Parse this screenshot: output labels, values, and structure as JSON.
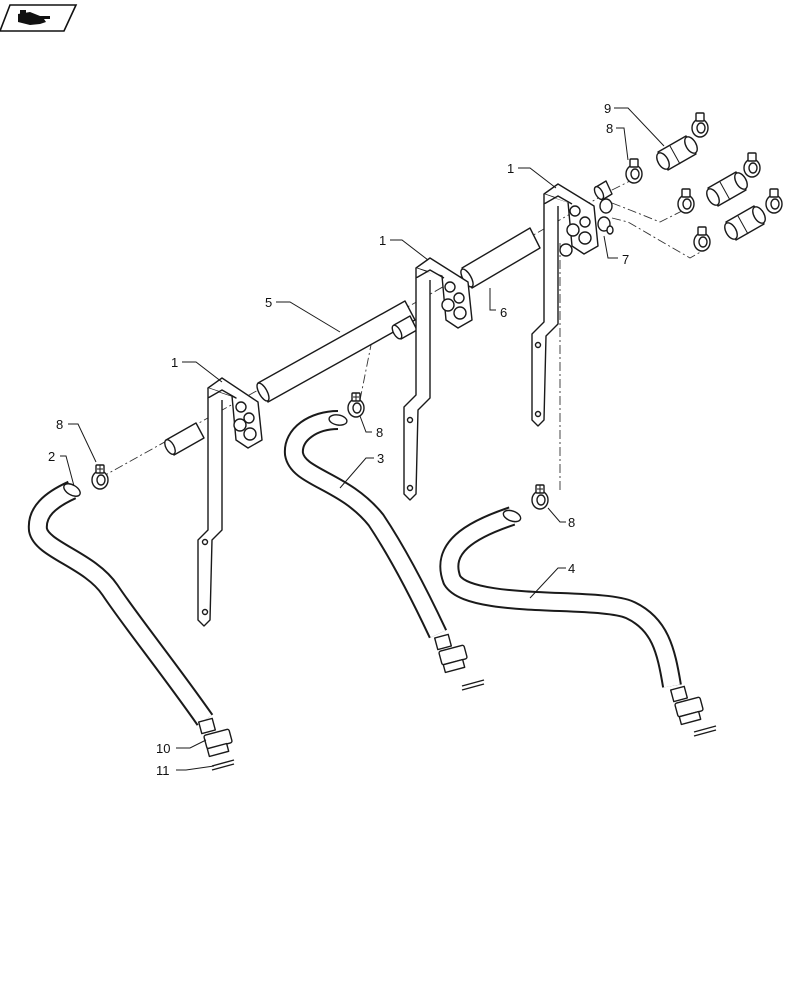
{
  "callouts": {
    "c1a": "1",
    "c1b": "1",
    "c1c": "1",
    "c2": "2",
    "c3": "3",
    "c4": "4",
    "c5": "5",
    "c6": "6",
    "c7": "7",
    "c8a": "8",
    "c8b": "8",
    "c8c": "8",
    "c8d": "8",
    "c9": "9",
    "c10": "10",
    "c11": "11"
  },
  "icons": {
    "nav_badge": "hand-pointer-icon"
  }
}
